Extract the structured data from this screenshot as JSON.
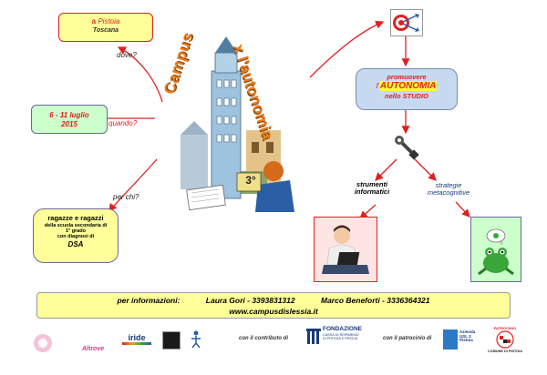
{
  "where_box": {
    "prefix": "a ",
    "city": "Pistoia",
    "region": "Toscana"
  },
  "where_question": "dove?",
  "when_box": {
    "dates": "6 - 11 luglio",
    "year": "2015"
  },
  "when_question": "quando?",
  "who_question": "per chi?",
  "who_box": {
    "line1": "ragazze e ragazzi",
    "line2": "della scuola secondaria di",
    "line3": "1° grado",
    "line4": "con diagnosi di",
    "line5": "DSA"
  },
  "poster": {
    "title_left": "Campus",
    "title_right": "x l'autonomia",
    "edition": "3°"
  },
  "goal_box": {
    "line1": "promuovere",
    "prefix": "l'",
    "highlight": "AUTONOMIA",
    "line3": "nello STUDIO"
  },
  "branch_tools": {
    "line1": "strumenti",
    "line2": "informatici"
  },
  "branch_strategies": {
    "line1": "strategie",
    "line2": "metacognitive"
  },
  "info_bar": {
    "label": "per informazioni:",
    "contact1": "Laura Gori - 3393831312",
    "contact2": "Marco Beneforti - 3336364321",
    "website": "www.campusdislessia.it"
  },
  "contribution_label": "con il contributo di",
  "patronage_label": "con il patrocinio di",
  "logos": {
    "altrove": "Altrove",
    "iride": "iride",
    "fondazione_line1": "FONDAZIONE",
    "fondazione_line2": "CASSA DI RISPARMIO",
    "fondazione_line3": "DI PISTOIA E PESCIA",
    "usl_line1": "Azienda",
    "usl_line2": "USL 3",
    "usl_line3": "Pistoia",
    "comune": "COMUNE DI PISTOIA",
    "patrocinio": "PATROCINIO"
  },
  "colors": {
    "accent_red": "#e02020",
    "yellow_fill": "#ffff99",
    "green_fill": "#ccffcc",
    "blue_fill": "#c6d9f1",
    "orange_title": "#e87a1a"
  }
}
